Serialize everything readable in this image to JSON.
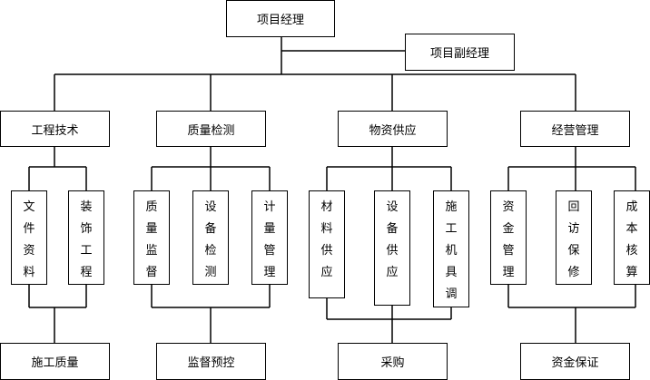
{
  "top": "项目经理",
  "deputy": "项目副经理",
  "departments": [
    {
      "name": "工程技术",
      "subs": [
        "文件资料",
        "装饰工程"
      ],
      "result": "施工质量"
    },
    {
      "name": "质量检测",
      "subs": [
        "质量监督",
        "设备检测",
        "计量管理"
      ],
      "result": "监督预控"
    },
    {
      "name": "物资供应",
      "subs": [
        "材料供应",
        "设备供应",
        "施工机具调"
      ],
      "result": "采购"
    },
    {
      "name": "经营管理",
      "subs": [
        "资金管理",
        "回访保修",
        "成本核算"
      ],
      "result": "资金保证"
    }
  ],
  "colors": {
    "line": "#000000",
    "box_border": "#000000",
    "background": "#ffffff"
  }
}
